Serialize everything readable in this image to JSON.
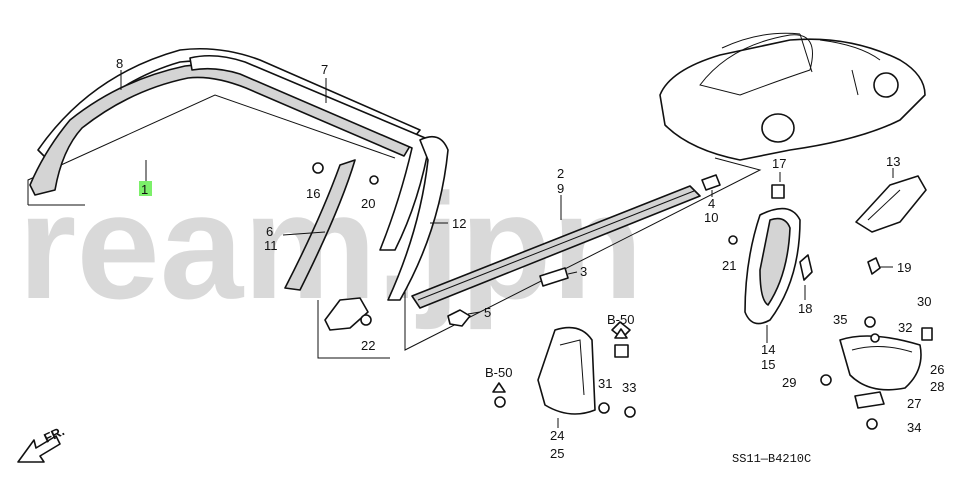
{
  "watermark": "ream.jpn",
  "diagram_code": "SS11—B4210C",
  "front_indicator": "FR.",
  "ref_tags": {
    "b50_left": "B-50",
    "b50_right": "B-50"
  },
  "callouts": {
    "c1": "1",
    "c2_9_a": "2",
    "c2_9_b": "9",
    "c3": "3",
    "c4_10_a": "4",
    "c4_10_b": "10",
    "c5": "5",
    "c6_11_a": "6",
    "c6_11_b": "11",
    "c7": "7",
    "c8": "8",
    "c12": "12",
    "c13": "13",
    "c14_15_a": "14",
    "c14_15_b": "15",
    "c16": "16",
    "c17": "17",
    "c18": "18",
    "c19": "19",
    "c20": "20",
    "c21": "21",
    "c22": "22",
    "c24_25_a": "24",
    "c24_25_b": "25",
    "c26": "26",
    "c27": "27",
    "c28": "28",
    "c29": "29",
    "c30": "30",
    "c31": "31",
    "c32": "32",
    "c33": "33",
    "c34": "34",
    "c35": "35"
  },
  "highlight_color": "#7cf06a"
}
